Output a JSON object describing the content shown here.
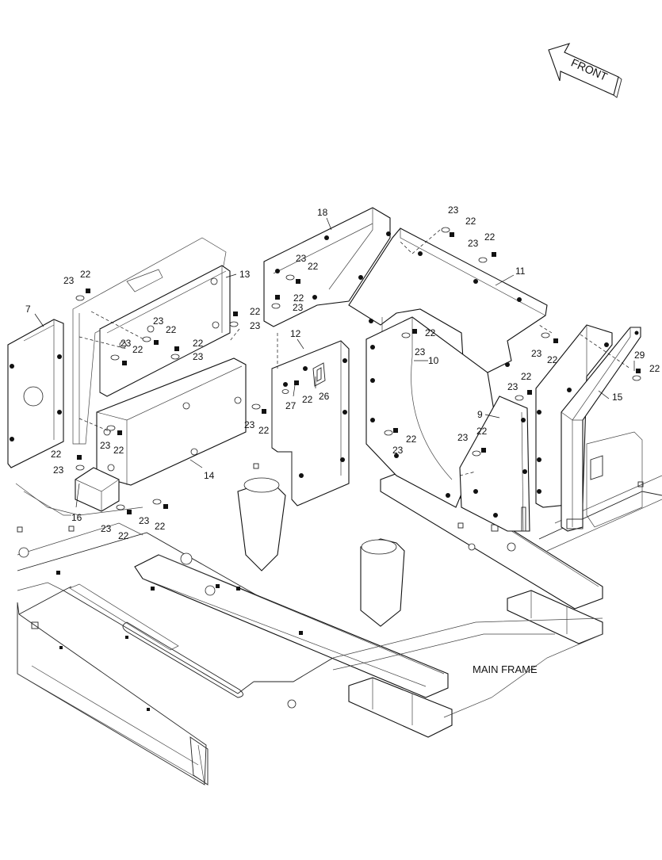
{
  "front_label": "FRONT",
  "main_frame_label": "MAIN FRAME",
  "callouts": [
    "7",
    "9",
    "10",
    "11",
    "12",
    "13",
    "14",
    "15",
    "16",
    "18",
    "22",
    "23",
    "26",
    "27",
    "29"
  ],
  "part_labels": {
    "p7": "7",
    "p9": "9",
    "p10": "10",
    "p11": "11",
    "p12": "12",
    "p13": "13",
    "p14": "14",
    "p15": "15",
    "p16": "16",
    "p18": "18",
    "p26": "26",
    "p27": "27",
    "p29": "29"
  },
  "bolt": "22",
  "washer": "23"
}
